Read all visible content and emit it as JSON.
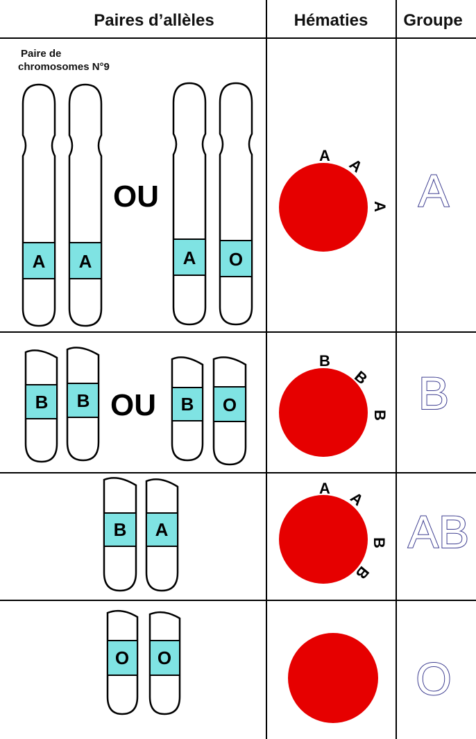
{
  "header": {
    "col1": "Paires d’allèles",
    "col2": "Hématies",
    "col3": "Groupe"
  },
  "note": {
    "line1": "Paire de",
    "line2": "chromosomes N°9"
  },
  "connector": "OU",
  "rows": [
    {
      "group": "A",
      "option1": [
        "A",
        "A"
      ],
      "option2": [
        "A",
        "O"
      ],
      "antigens": [
        "A",
        "A",
        "A"
      ]
    },
    {
      "group": "B",
      "option1": [
        "B",
        "B"
      ],
      "option2": [
        "B",
        "O"
      ],
      "antigens": [
        "B",
        "B",
        "B"
      ]
    },
    {
      "group": "AB",
      "pair": [
        "B",
        "A"
      ],
      "antigens": [
        "A",
        "A",
        "B",
        "B"
      ]
    },
    {
      "group": "O",
      "pair": [
        "O",
        "O"
      ],
      "antigens": []
    }
  ],
  "colors": {
    "gene_band": "#7fe3e3",
    "red_cell": "#e60000",
    "group_outline": "#3b3b8f",
    "grid": "#000000"
  }
}
